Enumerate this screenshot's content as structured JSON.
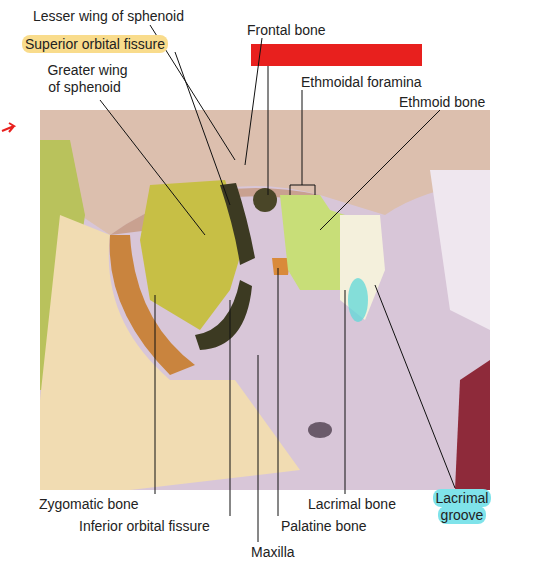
{
  "diagram": {
    "labels": [
      "Lesser wing of sphenoid",
      "Frontal bone",
      "Superior orbital fissure",
      "Greater wing of sphenoid",
      "Ethmoidal foramina",
      "Ethmoid bone",
      "Zygomatic bone",
      "Lacrimal bone",
      "Lacrimal groove",
      "Inferior orbital fissure",
      "Palatine bone",
      "Maxilla"
    ]
  }
}
